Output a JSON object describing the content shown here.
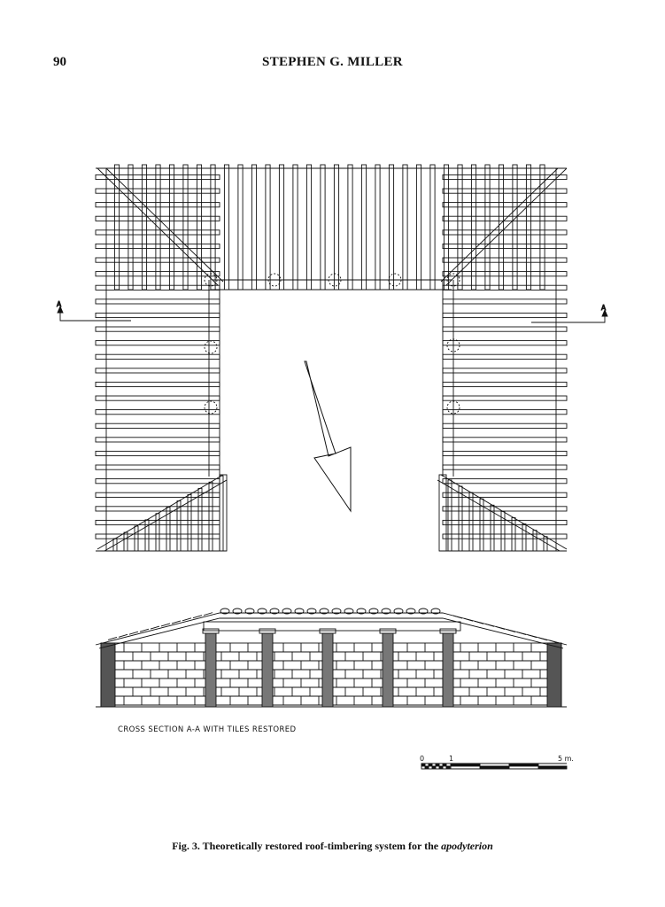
{
  "header": {
    "page_number": "90",
    "running_head": "STEPHEN G. MILLER"
  },
  "figure": {
    "section_marker_left": "A",
    "section_marker_right": "A",
    "cross_section_caption": "CROSS SECTION  A-A  WITH TILES RESTORED",
    "scale_bar": {
      "label_zero": "0",
      "label_one": "1",
      "label_five": "5 m."
    }
  },
  "caption": {
    "text": "Fig. 3. Theoretically restored roof-timbering system for the ",
    "italic": "apodyterion"
  }
}
